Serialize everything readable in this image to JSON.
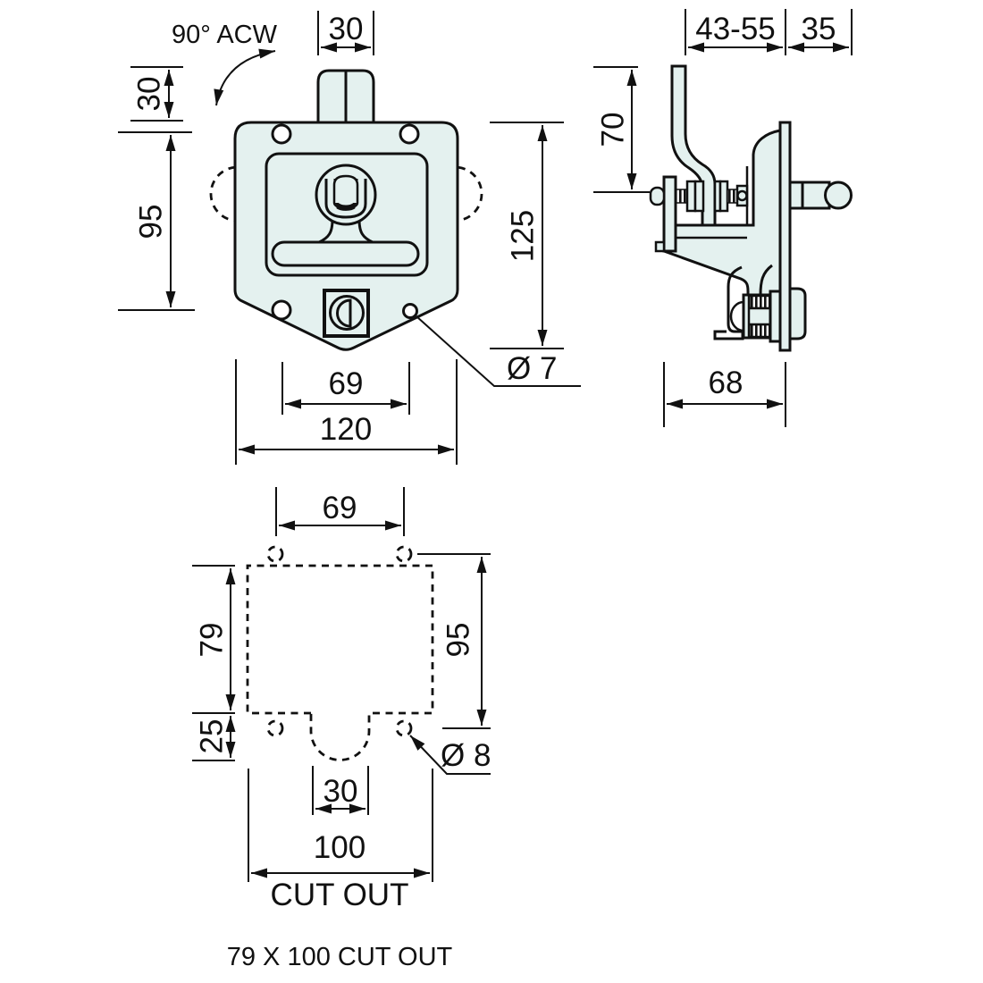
{
  "drawing": {
    "colors": {
      "part_fill": "#e4f1ef",
      "line": "#111111",
      "background": "#ffffff"
    },
    "front_view": {
      "rotation_label": "90° ACW",
      "dim_shaft_width": "30",
      "dim_shaft_height": "30",
      "dim_hole_spacing_vertical": "95",
      "dim_overall_height": "125",
      "dim_hole_spacing_horizontal": "69",
      "dim_overall_width": "120",
      "dim_hole_diameter": "Ø 7"
    },
    "side_view": {
      "dim_grip_clearance_range": "43-55",
      "dim_handle_projection": "35",
      "dim_lever_height": "70",
      "dim_body_depth": "68"
    },
    "cutout_view": {
      "dim_hole_spacing_horizontal": "69",
      "dim_cutout_height": "79",
      "dim_notch_depth": "25",
      "dim_hole_spacing_vertical": "95",
      "dim_notch_width": "30",
      "dim_cutout_width": "100",
      "dim_hole_diameter": "Ø 8",
      "label": "CUT OUT"
    },
    "caption": "79 X 100 CUT OUT"
  }
}
